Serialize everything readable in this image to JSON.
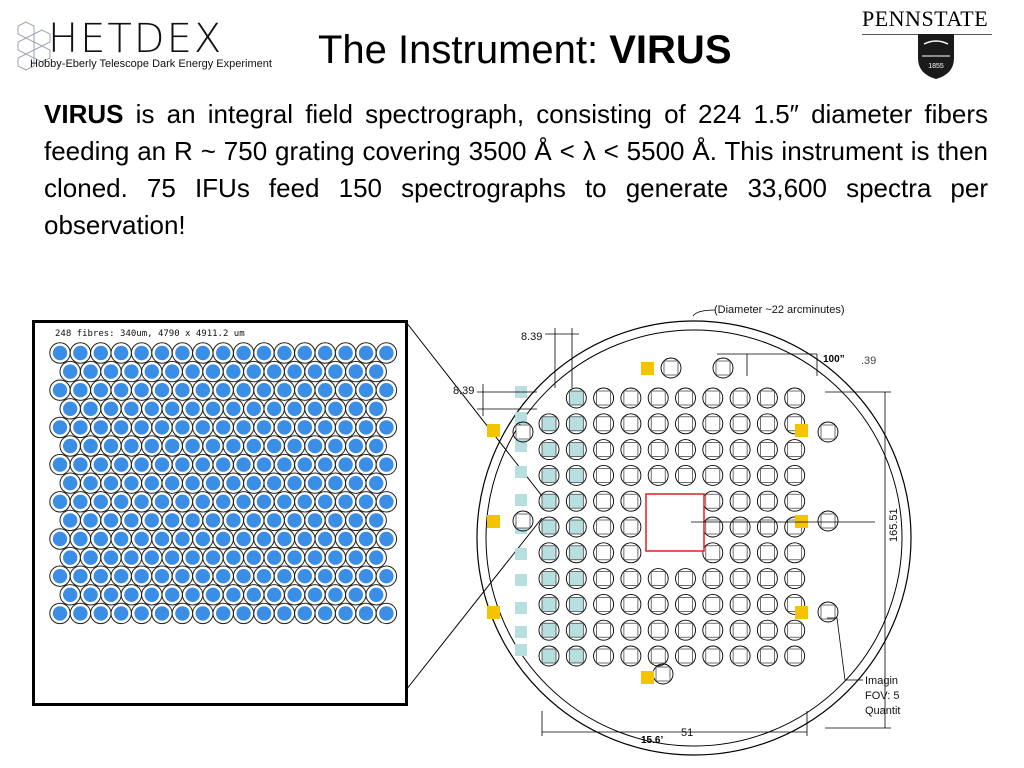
{
  "header": {
    "logo_text": "HETDEX",
    "logo_subtitle": "Hobby-Eberly Telescope Dark Energy Experiment",
    "title_prefix": "The Instrument:",
    "title_bold": "VIRUS",
    "institution": "PENNSTATE",
    "seal_year": "1855"
  },
  "description": {
    "lead": "VIRUS",
    "text": " is an integral field spectrograph, consisting of 224 1.5″ diameter fibers feeding an R ~ 750 grating covering 3500 Å < λ < 5500 Å.  This instrument is then cloned.     75 IFUs feed 150 spectrographs to generate 33,600 spectra per observation!"
  },
  "fiber_bundle": {
    "label": "248 fibres: 340um, 4790 x 4911.2 um",
    "fiber_color": "#3a8ee6",
    "rows": 15,
    "cols": 17
  },
  "focal_plane": {
    "diameter_label": "(Diameter ~22 arcminutes)",
    "dim_top": "8.39",
    "dim_left": "8.39",
    "dim_100": "100”",
    "dim_39": ".39",
    "dim_vertical": "165.51",
    "dim_bottom": "51",
    "dim_156": "15.6’",
    "imaging_1": "Imagin",
    "imaging_2": "FOV: 5",
    "imaging_3": "Quantit",
    "ifu_color": "#b7dfe0",
    "guide_color": "#f5c400",
    "center_color": "#e02020"
  }
}
